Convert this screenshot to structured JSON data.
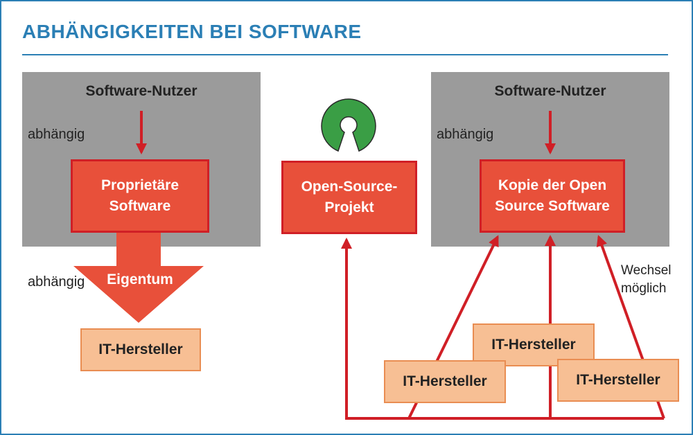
{
  "title": "ABHÄNGIGKEITEN BEI SOFTWARE",
  "left": {
    "users": "Software-Nutzer",
    "dependent_1": "abhängig",
    "software_line1": "Proprietäre",
    "software_line2": "Software",
    "ownership": "Eigentum",
    "dependent_2": "abhängig",
    "manufacturer": "IT-Hersteller"
  },
  "middle": {
    "project_line1": "Open-Source-",
    "project_line2": "Projekt",
    "logo_icon": "open-source-initiative-logo"
  },
  "right": {
    "users": "Software-Nutzer",
    "dependent": "abhängig",
    "copy_line1": "Kopie der Open",
    "copy_line2": "Source Software",
    "switch_line1": "Wechsel",
    "switch_line2": "möglich",
    "manufacturers": [
      "IT-Hersteller",
      "IT-Hersteller",
      "IT-Hersteller"
    ]
  },
  "colors": {
    "accent_blue": "#2b7fb5",
    "gray_box": "#9b9b9b",
    "red_fill": "#e8503a",
    "red_line": "#d01f26",
    "peach_fill": "#f7bf94",
    "logo_green": "#3a9e45"
  }
}
